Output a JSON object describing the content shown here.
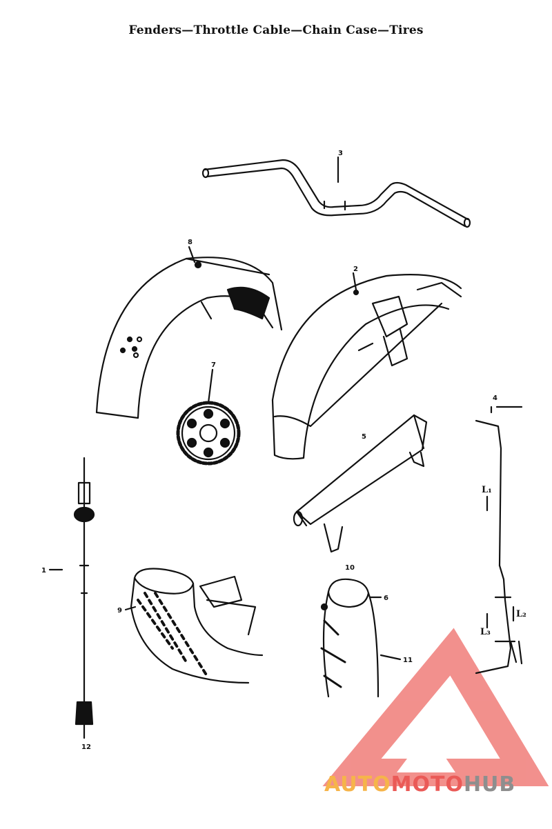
{
  "title": "Fenders—Throttle Cable—Chain Case—Tires",
  "callouts": {
    "c1": "1",
    "c2": "2",
    "c3": "3",
    "c4": "4",
    "c5": "5",
    "c6": "6",
    "c7": "7",
    "c8": "8",
    "c9": "9",
    "c10": "10",
    "c11": "11",
    "c12": "12"
  },
  "dimensions": {
    "l1": "L₁",
    "l2": "L₂",
    "l3": "L₃"
  },
  "watermark": {
    "part1": "AUTO",
    "part2": "MOTO",
    "part3": "HUB",
    "colors": {
      "orange": "#f6b44a",
      "red": "#ea5a57",
      "gray": "#8e8e8e"
    }
  }
}
